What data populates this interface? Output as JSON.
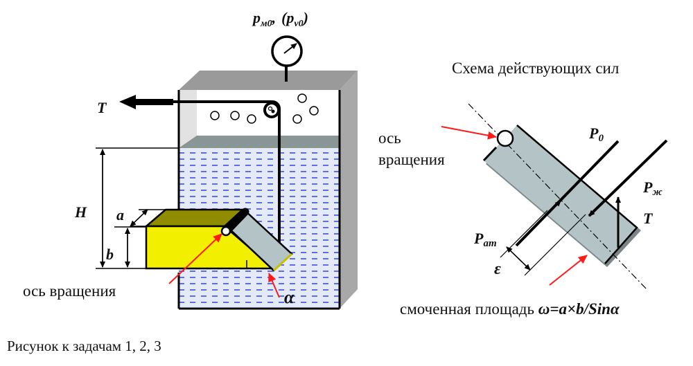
{
  "figure": {
    "caption": "Рисунок к задачам 1, 2, 3",
    "left_diagram": {
      "gauge_label_main": "p",
      "gauge_label_main_sub": "м0",
      "gauge_label_sep": ",",
      "gauge_label_alt_open": "(p",
      "gauge_label_alt_sub": "v0",
      "gauge_label_alt_close": ")",
      "tension_label": "T",
      "height_label": "H",
      "width_label": "a",
      "depth_label": "b",
      "axis_label": "ось вращения",
      "angle_label": "α"
    },
    "right_diagram": {
      "title": "Схема действующих сил",
      "axis_label_line1": "ось",
      "axis_label_line2": "вращения",
      "p0_label": "P",
      "p0_sub": "0",
      "pzh_label": "P",
      "pzh_sub": "ж",
      "t_label": "T",
      "pat_label": "P",
      "pat_sub": "am",
      "eps_label": "ε",
      "wetted_area_text": "смоченная площадь ",
      "wetted_area_formula": "ω=a×b/Sinα"
    },
    "colors": {
      "water_fill": "#dfe6f7",
      "water_dash": "#3a4fe0",
      "gate_fill": "#b4c3c6",
      "yellow_box": "#f2f000",
      "yellow_top": "#8f8c00",
      "tank_gray": "#9a9a9a",
      "arrow_red": "#ff1a1a"
    }
  }
}
